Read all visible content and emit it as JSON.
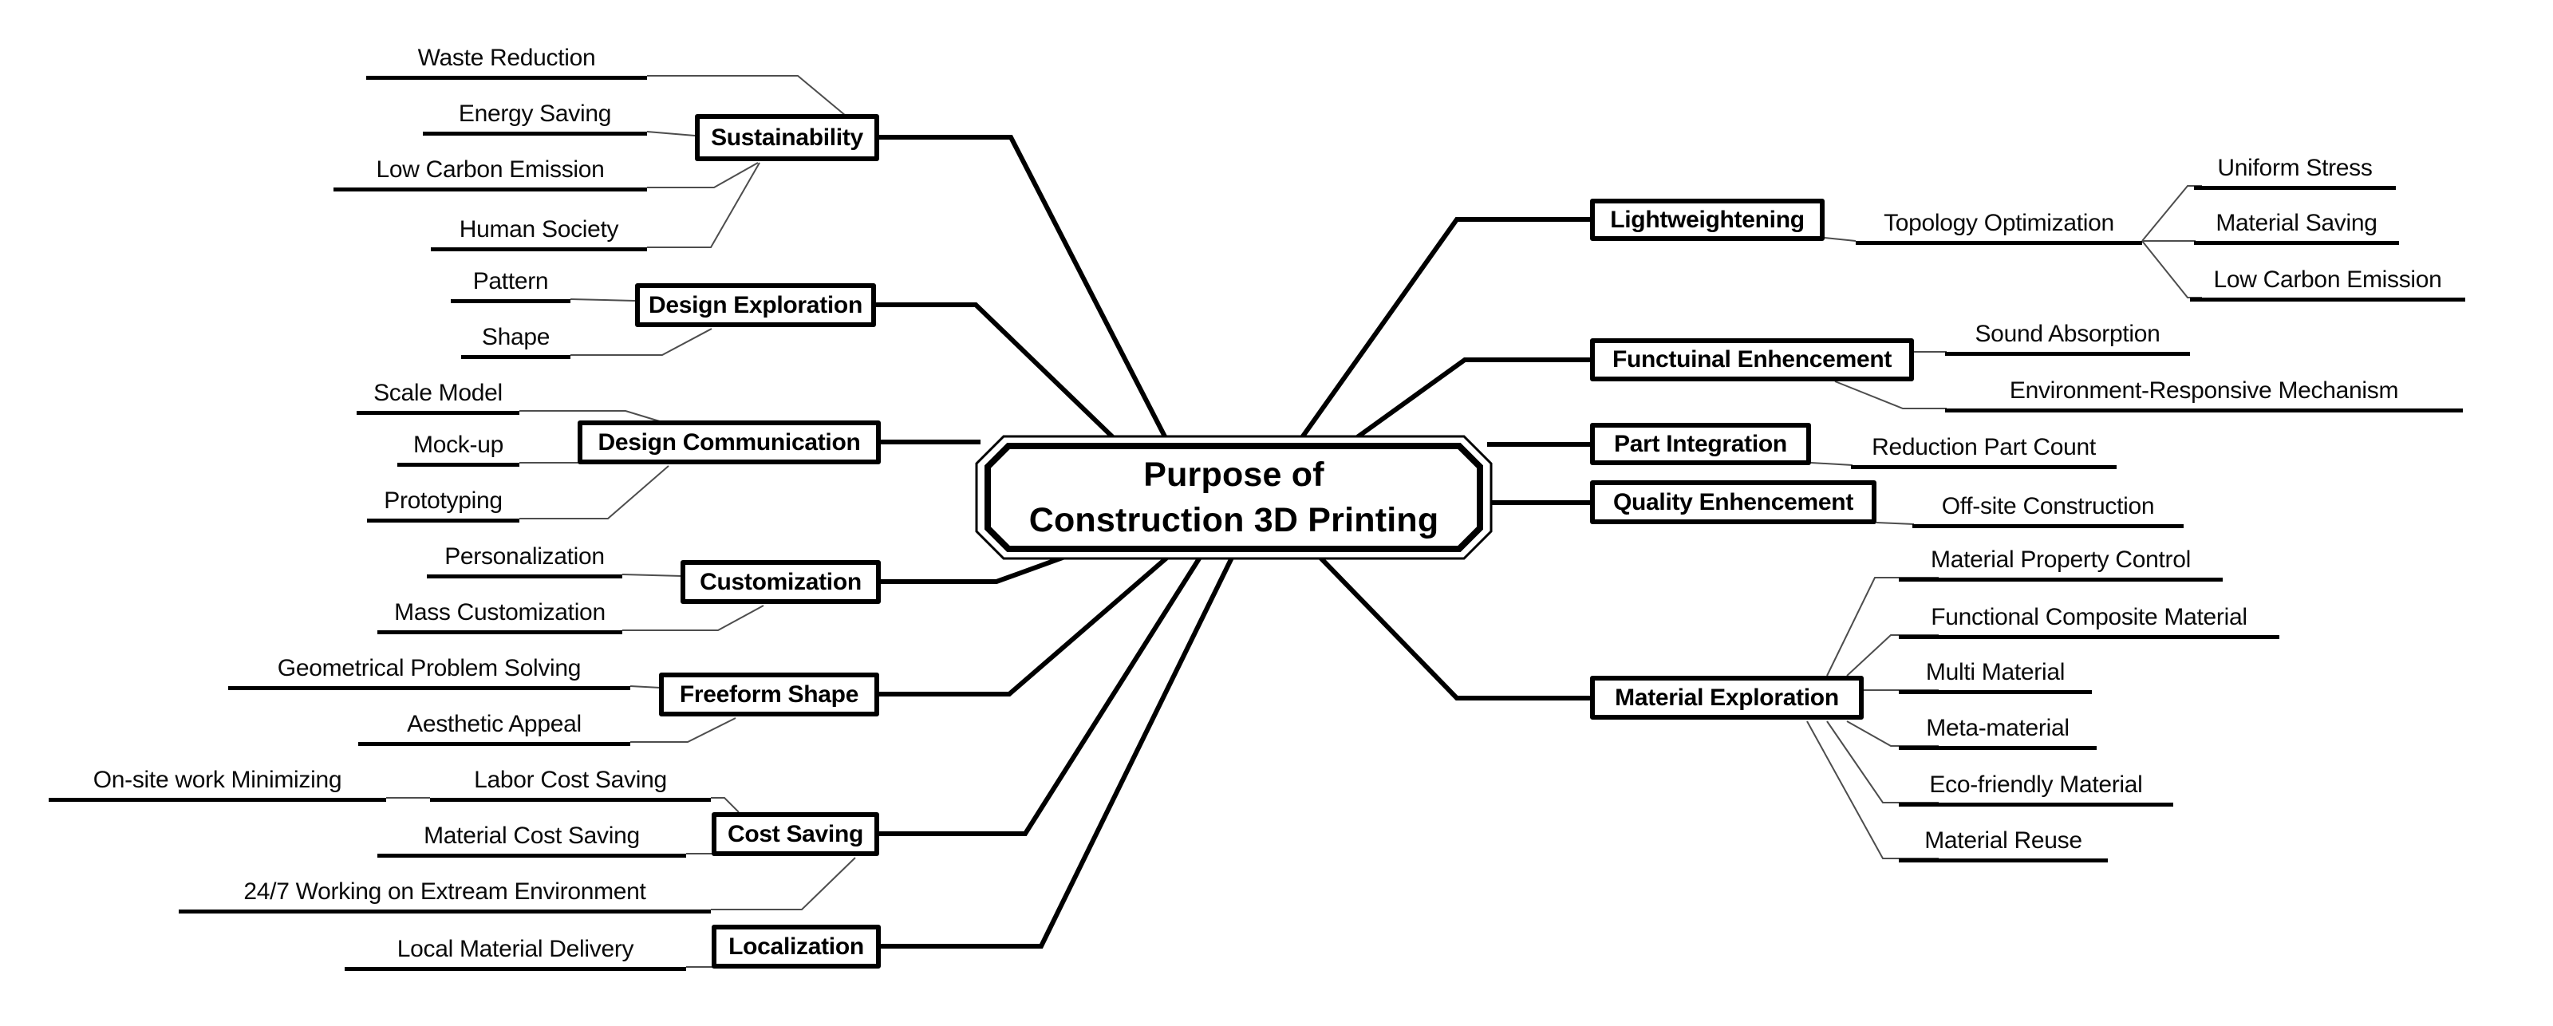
{
  "mindmap": {
    "root": {
      "title_line1": "Purpose of",
      "title_line2": "Construction 3D Printing"
    },
    "left": [
      {
        "label": "Sustainability",
        "children": [
          {
            "label": "Waste Reduction"
          },
          {
            "label": "Energy Saving"
          },
          {
            "label": "Low Carbon Emission"
          },
          {
            "label": "Human Society"
          }
        ]
      },
      {
        "label": "Design Exploration",
        "children": [
          {
            "label": "Pattern"
          },
          {
            "label": "Shape"
          }
        ]
      },
      {
        "label": "Design Communication",
        "children": [
          {
            "label": "Scale Model"
          },
          {
            "label": "Mock-up"
          },
          {
            "label": "Prototyping"
          }
        ]
      },
      {
        "label": "Customization",
        "children": [
          {
            "label": "Personalization"
          },
          {
            "label": "Mass Customization"
          }
        ]
      },
      {
        "label": "Freeform Shape",
        "children": [
          {
            "label": "Geometrical Problem Solving"
          },
          {
            "label": "Aesthetic Appeal"
          }
        ]
      },
      {
        "label": "Cost Saving",
        "children": [
          {
            "label": "Labor Cost Saving",
            "children": [
              {
                "label": "On-site work Minimizing"
              }
            ]
          },
          {
            "label": "Material Cost Saving"
          },
          {
            "label": "24/7 Working on Extream Environment"
          }
        ]
      },
      {
        "label": "Localization",
        "children": [
          {
            "label": "Local Material Delivery"
          }
        ]
      }
    ],
    "right": [
      {
        "label": "Lightweightening",
        "children": [
          {
            "label": "Topology Optimization",
            "children": [
              {
                "label": "Uniform Stress"
              },
              {
                "label": "Material Saving"
              },
              {
                "label": "Low Carbon Emission"
              }
            ]
          }
        ]
      },
      {
        "label": "Functuinal Enhencement",
        "children": [
          {
            "label": "Sound Absorption"
          },
          {
            "label": "Environment-Responsive Mechanism"
          }
        ]
      },
      {
        "label": "Part Integration",
        "children": [
          {
            "label": "Reduction Part Count"
          }
        ]
      },
      {
        "label": "Quality Enhencement",
        "children": [
          {
            "label": "Off-site Construction"
          }
        ]
      },
      {
        "label": "Material Exploration",
        "children": [
          {
            "label": "Material Property Control"
          },
          {
            "label": "Functional Composite Material"
          },
          {
            "label": "Multi Material"
          },
          {
            "label": "Meta-material"
          },
          {
            "label": "Eco-friendly Material"
          },
          {
            "label": "Material Reuse"
          }
        ]
      }
    ],
    "colors": {
      "ink": "#000000",
      "connector": "#4d4d4d",
      "background": "#ffffff"
    }
  }
}
